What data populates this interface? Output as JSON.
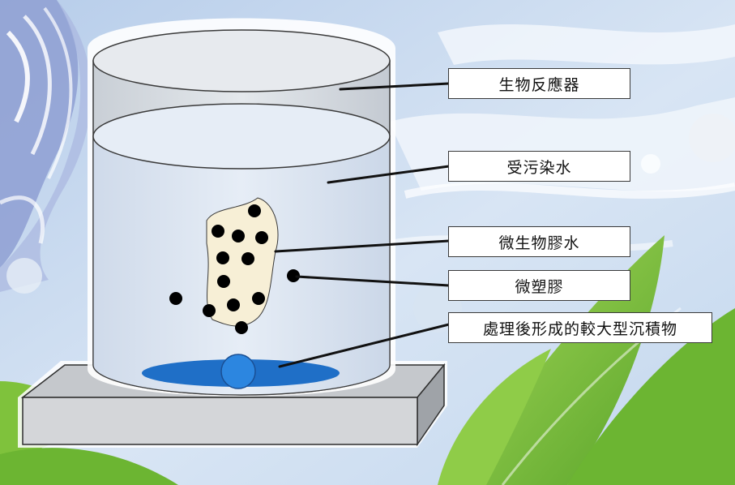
{
  "labels": {
    "bioreactor": "生物反應器",
    "contaminated_water": "受污染水",
    "microbial_glue": "微生物膠水",
    "microplastics": "微塑膠",
    "sediment": "處理後形成的較大型沉積物"
  },
  "colors": {
    "sky": "#c9dcf0",
    "swirl": "#8e9fd2",
    "leaf": "#7cc03a",
    "water": "#dde6f3",
    "sediment": "#1f6fc7",
    "floc": "#f7efd6",
    "base": "#d4d6d9"
  }
}
